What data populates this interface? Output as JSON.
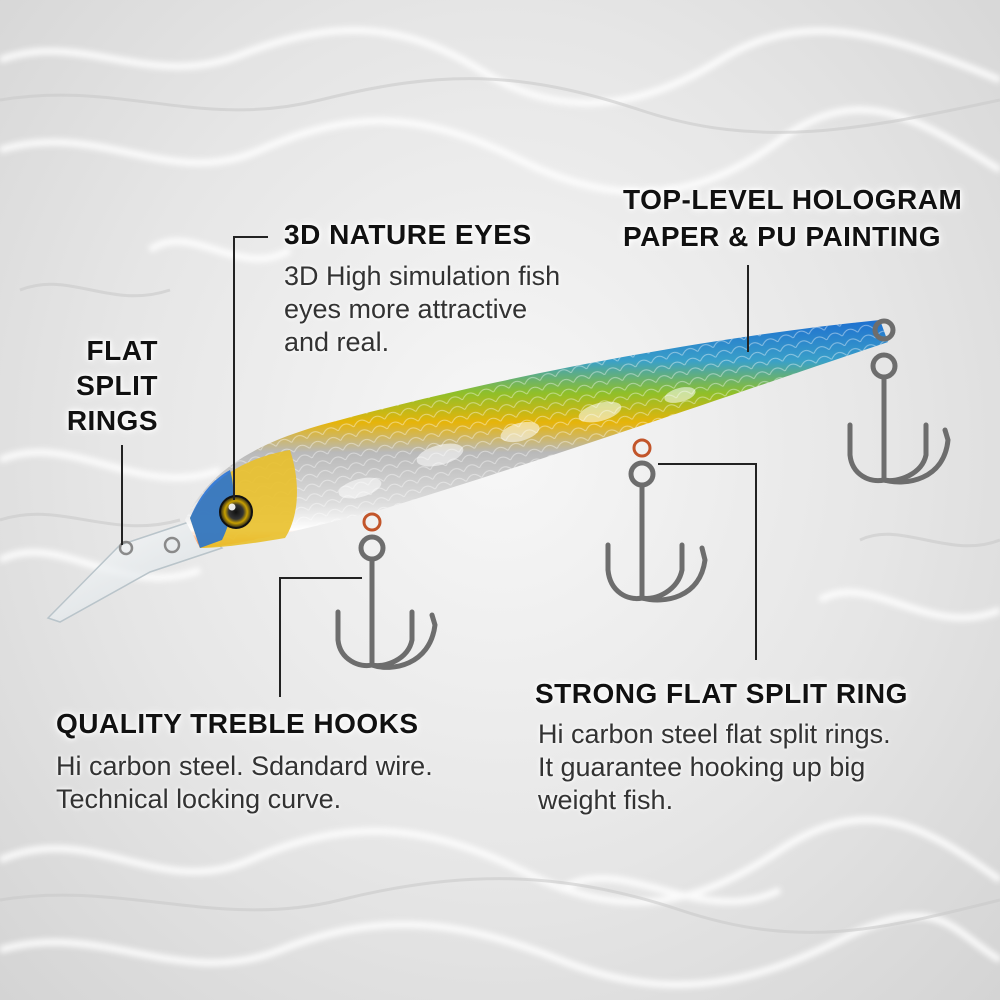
{
  "callouts": {
    "flat_split_rings": {
      "heading_lines": [
        "FLAT",
        "SPLIT",
        "RINGS"
      ]
    },
    "nature_eyes": {
      "heading": "3D NATURE EYES",
      "desc_lines": [
        "3D High simulation fish",
        "eyes more attractive",
        "and real."
      ]
    },
    "hologram": {
      "heading_lines": [
        "TOP-LEVEL HOLOGRAM",
        "PAPER & PU PAINTING"
      ]
    },
    "treble_hooks": {
      "heading": "QUALITY TREBLE HOOKS",
      "desc_lines": [
        "Hi carbon steel. Sdandard wire.",
        "Technical locking curve."
      ]
    },
    "split_ring": {
      "heading": "STRONG FLAT SPLIT RING",
      "desc_lines": [
        "Hi carbon steel flat split rings.",
        "It guarantee hooking up big",
        "weight fish."
      ]
    }
  },
  "colors": {
    "heading_text": "#111111",
    "desc_text": "#333333",
    "leader_line": "#222222",
    "lure_back": "#1e6fd0",
    "lure_gold": "#e6b40a",
    "lure_belly": "#ff7a2a",
    "hook_steel": "#6d6d6d"
  }
}
